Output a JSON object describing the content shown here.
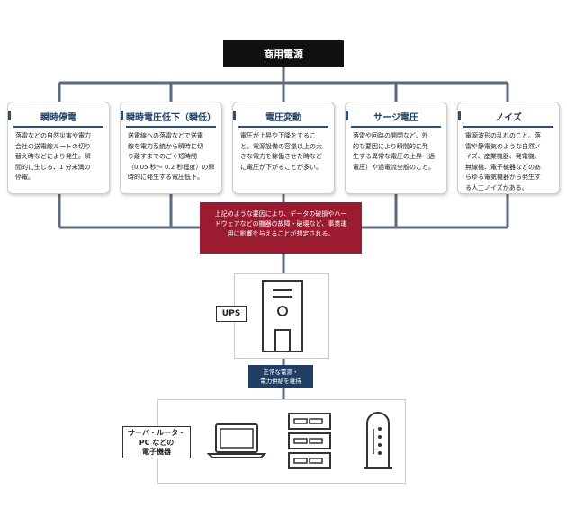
{
  "source": {
    "label": "商用電源"
  },
  "causes": [
    {
      "title": "瞬時停電",
      "lines": [
        "落雷などの自然災害や電力",
        "会社の送電線ルートの切り",
        "替え時などにより発生。瞬",
        "間的に生じる、1 分未満の",
        "停電。"
      ]
    },
    {
      "title": "瞬時電圧低下（瞬低）",
      "lines": [
        "送電線への落雷などで送電",
        "線を電力系統から瞬時に切",
        "り離すまでのごく短時間",
        "（0.05 秒～ 0.2 秒程度）の瞬",
        "時的に発生する電圧低下。"
      ]
    },
    {
      "title": "電圧変動",
      "lines": [
        "電圧が上昇や下降をするこ",
        "と。電源設備の容量以上の大",
        "きな電力を稼働させた時など",
        "に電圧が下がることが多い。"
      ]
    },
    {
      "title": "サージ電圧",
      "lines": [
        "落雷や回路の開閉など、外",
        "的な要因により瞬間的に発",
        "生する異常な電圧の上昇（過",
        "電圧）や過電流全般のこと。"
      ]
    },
    {
      "title": "ノイズ",
      "lines": [
        "電源波形の乱れのこと。落",
        "雷や静電気のような自然ノ",
        "イズ、産業機器、発電機、",
        "無線機、電子機器などのあ",
        "らゆる電気機器から発生す",
        "る人工ノイズがある。"
      ]
    }
  ],
  "risk": {
    "lines": [
      "上記のような要因により、データの破損やハー",
      "ドウェアなどの機器の故障・破壊など、事業運",
      "用に影響を与えることが想定される。"
    ]
  },
  "ups": {
    "label": "UPS"
  },
  "stable_supply": {
    "lines": [
      "正常な電源・",
      "電力供給を維持"
    ]
  },
  "devices": {
    "lines": [
      "サーバ・ルータ・",
      "PC などの",
      "電子機器"
    ]
  }
}
